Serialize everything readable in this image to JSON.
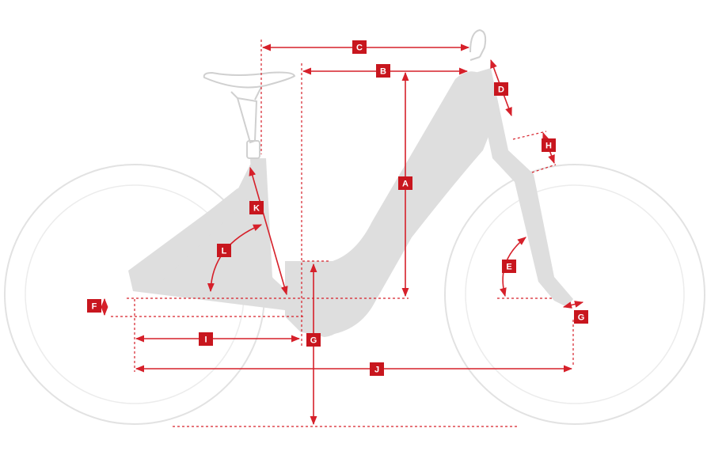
{
  "accent_color": "#c8161e",
  "frame_color": "#dedede",
  "labels": {
    "A": "A",
    "B": "B",
    "C": "C",
    "D": "D",
    "E": "E",
    "F": "F",
    "G_top": "G",
    "G_fork": "G",
    "H": "H",
    "I": "I",
    "J": "J",
    "K": "K",
    "L": "L"
  }
}
